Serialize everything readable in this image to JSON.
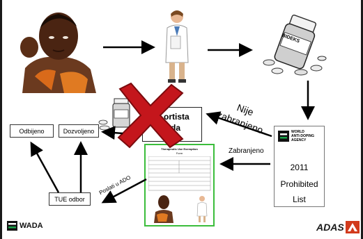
{
  "boxes": {
    "odbijeno": "Odbijeno",
    "dozvoljeno": "Dozvoljeno",
    "tue_odbor": "TUE odbor"
  },
  "labels": {
    "nije_line1": "Nije",
    "nije_line2": "zabranjeno",
    "zabranjeno": "Zabranjeno",
    "poslati": "Poslati u ADO"
  },
  "prohibited_list": {
    "org_line1": "WORLD",
    "org_line2": "ANTI-DOPING",
    "org_line3": "AGENCY",
    "year": "2011",
    "line2": "Prohibited",
    "line3": "List"
  },
  "bottle_label": "BIDEKS",
  "crossed_card": {
    "line1": "ortista",
    "line2": "e da"
  },
  "form": {
    "title": "Therapeutic Use Exemption",
    "subtitle": "Form"
  },
  "logos": {
    "wada": "WADA",
    "adas": "ADAS"
  },
  "colors": {
    "cross": "#c4161c",
    "form_border": "#3bbd3b",
    "wada_green": "#1aa34a"
  }
}
